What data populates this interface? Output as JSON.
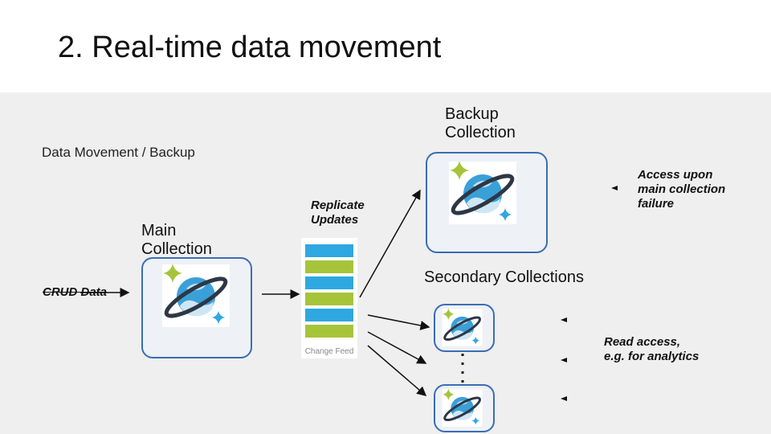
{
  "slide": {
    "title": "2. Real-time data movement",
    "subtitle": "Data Movement / Backup"
  },
  "labels": {
    "backup_collection": [
      "Backup",
      "Collection"
    ],
    "main_collection": [
      "Main",
      "Collection"
    ],
    "secondary_collections": "Secondary Collections",
    "replicate_updates": [
      "Replicate",
      "Updates"
    ],
    "crud_data": "CRUD Data",
    "change_feed": "Change Feed",
    "access_upon_failure": [
      "Access upon",
      "main collection",
      "failure"
    ],
    "read_access": [
      "Read access,",
      "e.g. for analytics"
    ]
  },
  "icons": {
    "database": "cosmos-db-icon",
    "sparkle": "sparkle-icon"
  },
  "colors": {
    "box_border": "#3a6db5",
    "feed_blue": "#2ea8e0",
    "feed_green": "#a6c43a",
    "globe": "#3aa0d8",
    "ring": "#2d3746",
    "sparkle_green": "#a6c43a",
    "sparkle_blue": "#2ea8e0"
  }
}
